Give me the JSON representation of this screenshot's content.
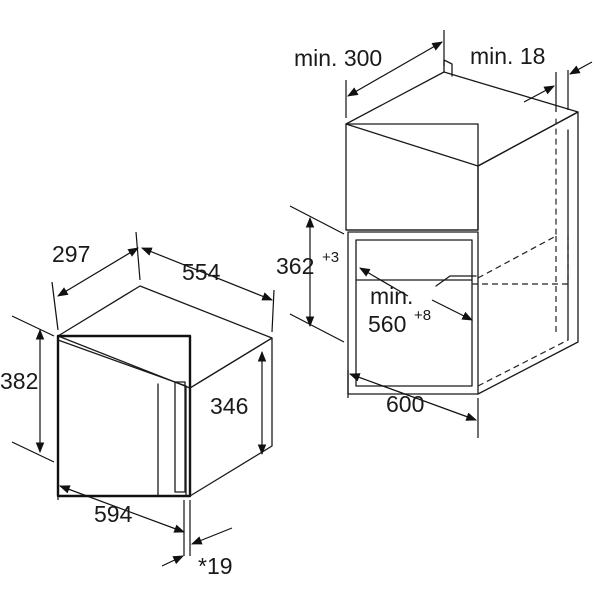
{
  "labels": {
    "depth_297": "297",
    "width_554": "554",
    "height_382": "382",
    "height_346": "346",
    "width_594": "594",
    "offset_19": "*19",
    "min_300": "min. 300",
    "min_18": "min. 18",
    "height_362": "362",
    "height_362_tol": "+3",
    "min_label": "min.",
    "depth_560": "560",
    "depth_560_tol": "+8",
    "width_600": "600"
  }
}
